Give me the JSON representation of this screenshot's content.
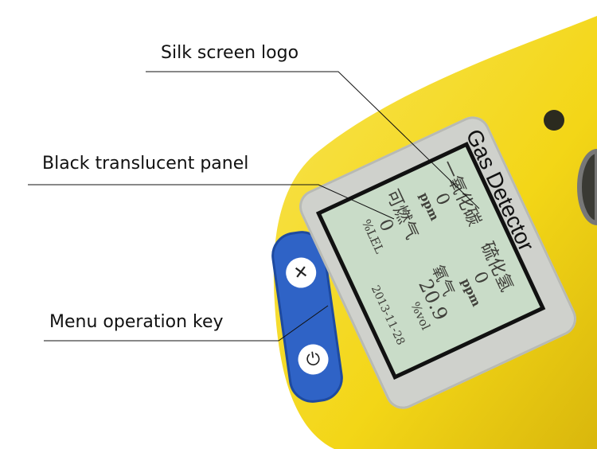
{
  "callouts": {
    "silk_screen": "Silk screen logo",
    "panel": "Black translucent panel",
    "menu_key": "Menu operation key"
  },
  "device": {
    "logo": "Gas Detector",
    "screen": {
      "co_label": "一氧化碳",
      "co_value": "0",
      "co_unit": "ppm",
      "lel_label": "可燃气",
      "lel_value": "0",
      "lel_unit": "%LEL",
      "h2s_label": "硫化氢",
      "h2s_value": "0",
      "h2s_unit": "ppm",
      "o2_label": "氧气",
      "o2_value": "20.9",
      "o2_unit": "%vol",
      "datetime": "2013-11-28"
    },
    "keys": {
      "menu_icon": "mute-icon",
      "power_icon": "power-icon"
    },
    "colors": {
      "body": "#f3d617",
      "keypad": "#2f63c6",
      "screen": "#c9dcc8"
    }
  }
}
